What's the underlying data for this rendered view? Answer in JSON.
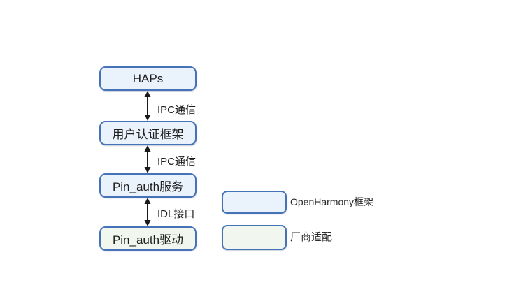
{
  "diagram": {
    "nodes": [
      {
        "label": "HAPs",
        "layer": "openharmony"
      },
      {
        "label": "用户认证框架",
        "layer": "openharmony"
      },
      {
        "label": "Pin_auth服务",
        "layer": "openharmony"
      },
      {
        "label": "Pin_auth驱动",
        "layer": "vendor"
      }
    ],
    "connectors": [
      {
        "label": "IPC通信",
        "from": "HAPs",
        "to": "用户认证框架",
        "style": "double-arrow"
      },
      {
        "label": "IPC通信",
        "from": "用户认证框架",
        "to": "Pin_auth服务",
        "style": "double-arrow"
      },
      {
        "label": "IDL接口",
        "from": "Pin_auth服务",
        "to": "Pin_auth驱动",
        "style": "double-arrow"
      }
    ]
  },
  "legend": {
    "items": [
      {
        "label": "OpenHarmony框架",
        "swatch_color": "#eaf2fb"
      },
      {
        "label": "厂商适配",
        "swatch_color": "#f1f6ee"
      }
    ]
  },
  "colors": {
    "openharmony_fill": "#eaf2fb",
    "vendor_fill": "#f1f6ee",
    "box_border": "#4673b8",
    "arrow": "#1a1a1a",
    "text": "#1f1f1f",
    "background": "#ffffff"
  }
}
